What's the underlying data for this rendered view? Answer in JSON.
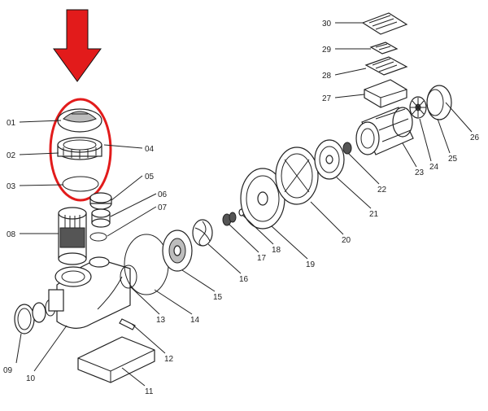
{
  "diagram": {
    "arrow_color": "#e21b1b",
    "highlight_color": "#e21b1b",
    "callouts": [
      {
        "id": "c01",
        "label": "01"
      },
      {
        "id": "c02",
        "label": "02"
      },
      {
        "id": "c03",
        "label": "03"
      },
      {
        "id": "c04",
        "label": "04"
      },
      {
        "id": "c05",
        "label": "05"
      },
      {
        "id": "c06",
        "label": "06"
      },
      {
        "id": "c07",
        "label": "07"
      },
      {
        "id": "c08",
        "label": "08"
      },
      {
        "id": "c09",
        "label": "09"
      },
      {
        "id": "c10",
        "label": "10"
      },
      {
        "id": "c11",
        "label": "11"
      },
      {
        "id": "c12",
        "label": "12"
      },
      {
        "id": "c13",
        "label": "13"
      },
      {
        "id": "c14",
        "label": "14"
      },
      {
        "id": "c15",
        "label": "15"
      },
      {
        "id": "c16",
        "label": "16"
      },
      {
        "id": "c17",
        "label": "17"
      },
      {
        "id": "c18",
        "label": "18"
      },
      {
        "id": "c19",
        "label": "19"
      },
      {
        "id": "c20",
        "label": "20"
      },
      {
        "id": "c21",
        "label": "21"
      },
      {
        "id": "c22",
        "label": "22"
      },
      {
        "id": "c23",
        "label": "23"
      },
      {
        "id": "c24",
        "label": "24"
      },
      {
        "id": "c25",
        "label": "25"
      },
      {
        "id": "c26",
        "label": "26"
      },
      {
        "id": "c27",
        "label": "27"
      },
      {
        "id": "c28",
        "label": "28"
      },
      {
        "id": "c29",
        "label": "29"
      },
      {
        "id": "c30",
        "label": "30"
      }
    ]
  }
}
